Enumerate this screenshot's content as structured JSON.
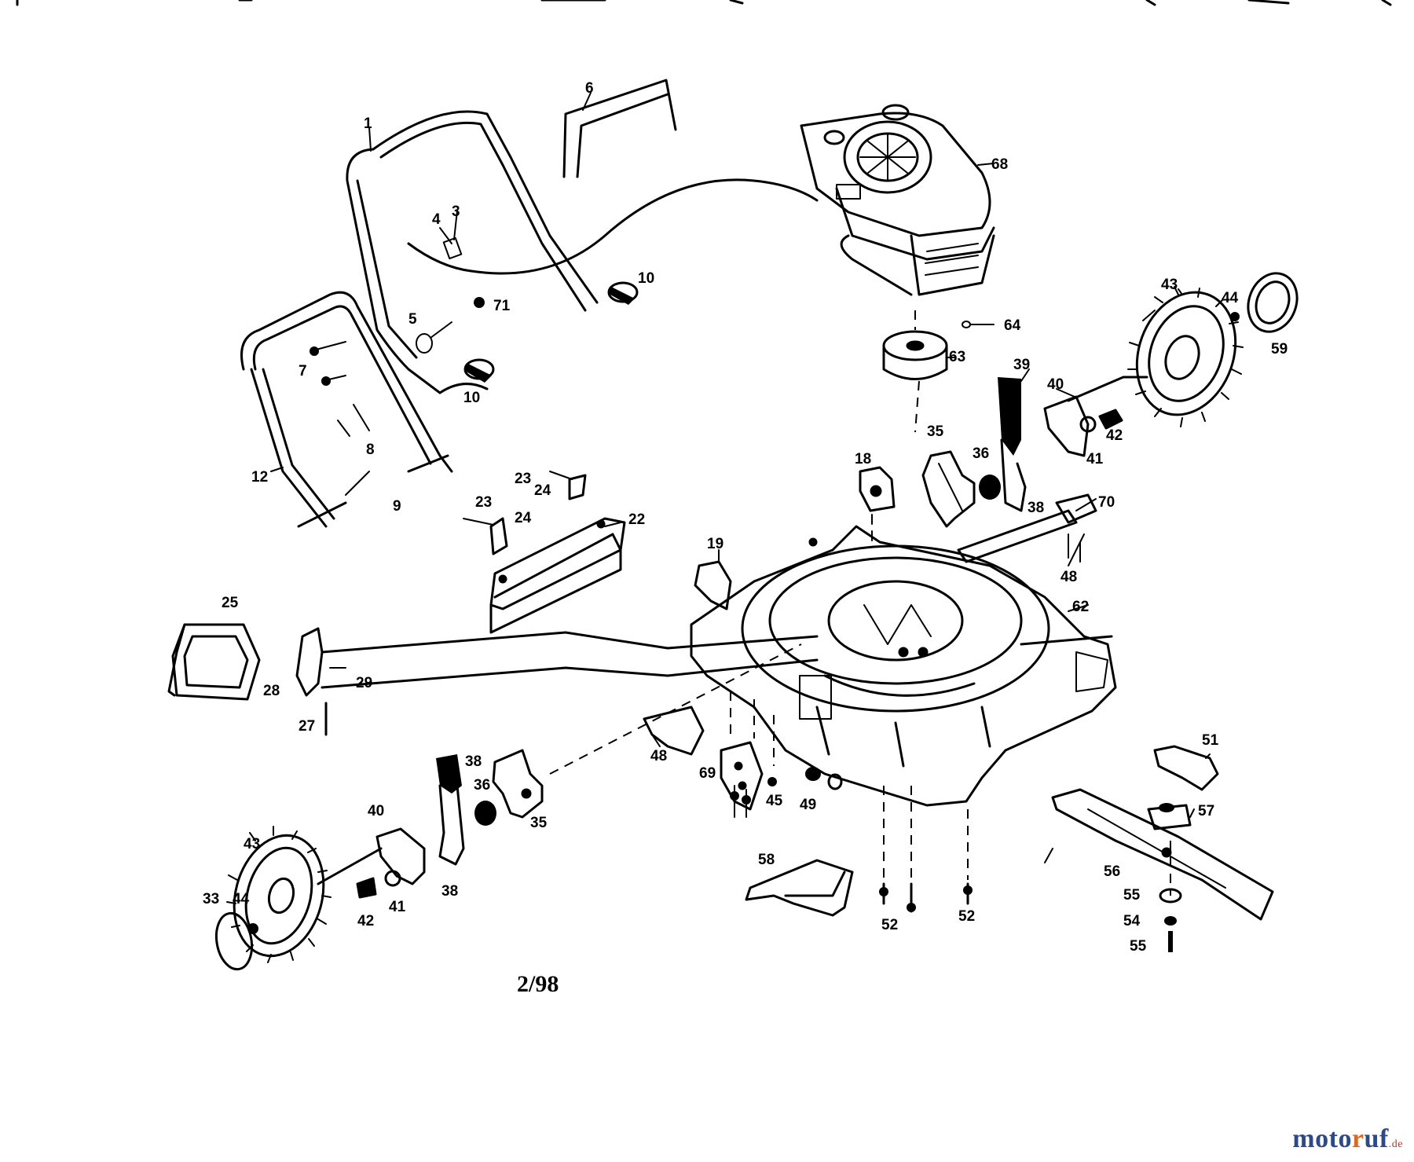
{
  "diagram": {
    "date_code": "2/98",
    "callouts": [
      "1",
      "3",
      "4",
      "5",
      "6",
      "7",
      "8",
      "9",
      "10",
      "10",
      "12",
      "71",
      "68",
      "64",
      "63",
      "43",
      "44",
      "59",
      "39",
      "40",
      "41",
      "42",
      "35",
      "36",
      "38",
      "18",
      "70",
      "48",
      "23",
      "24",
      "23",
      "24",
      "22",
      "19",
      "62",
      "25",
      "28",
      "29",
      "27",
      "48",
      "69",
      "45",
      "49",
      "38",
      "36",
      "35",
      "40",
      "43",
      "33",
      "44",
      "42",
      "41",
      "38",
      "58",
      "52",
      "52",
      "51",
      "57",
      "56",
      "55",
      "54",
      "55"
    ]
  },
  "brand": {
    "name_start": "moto",
    "name_accent": "r",
    "name_end": "uf",
    "suffix": ".de"
  },
  "colors": {
    "line": "#000000",
    "brand": "#2e4a86",
    "brand_suffix": "#b23a2a"
  }
}
